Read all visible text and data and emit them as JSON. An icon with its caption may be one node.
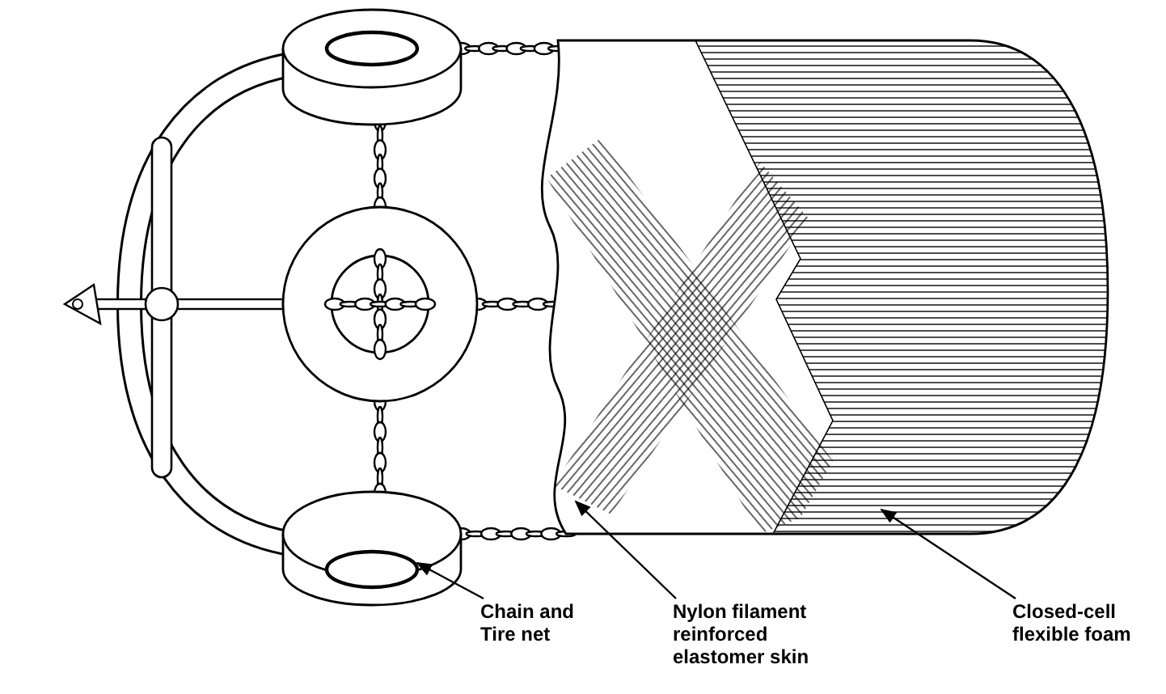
{
  "diagram": {
    "nodes": [
      {
        "text": [
          "Chain and Tire net"
        ]
      },
      {
        "text": [
          "Nylon filament reinforced elastomer skin"
        ]
      },
      {
        "text": [
          "Closed-cell flexible foam"
        ]
      },
      {
        "text": [],
        "shape": "cylinder"
      },
      {
        "text": [],
        "shape": "picture"
      },
      {
        "text": [],
        "shape": "picture",
        "in": 4
      }
    ],
    "edges": [
      {
        "from": 0,
        "to": 3,
        "arrow": "to"
      },
      {
        "from": 1,
        "to": 4,
        "arrow": "to"
      },
      {
        "from": 2,
        "to": 5,
        "arrow": "to"
      }
    ]
  }
}
